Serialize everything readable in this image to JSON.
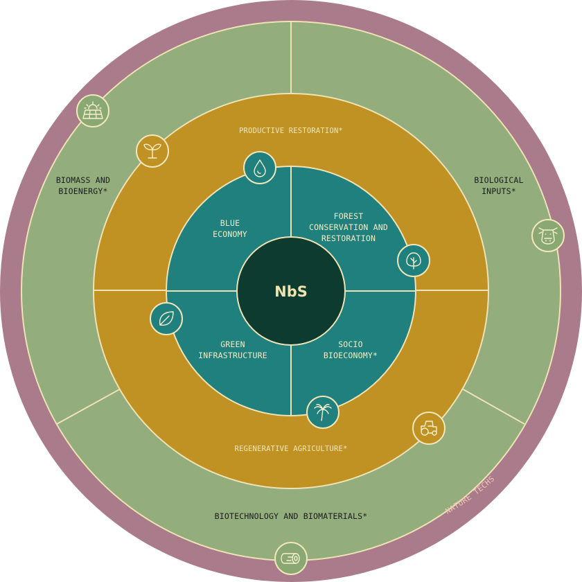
{
  "core": {
    "label": "NbS"
  },
  "outer_band": {
    "label": "NATURE TECHS"
  },
  "colors": {
    "outer_ring": "#a97b8b",
    "outer_zone": "#93ad7d",
    "middle_ring": "#bf9223",
    "inner_ring": "#1f807e",
    "core": "#0e3b30",
    "line": "#efe2b5"
  },
  "nature_techs": {
    "biomass": {
      "line1": "BIOMASS AND",
      "line2": "BIOENERGY*",
      "icon": "solar-panel-icon"
    },
    "biological": {
      "line1": "BIOLOGICAL",
      "line2": "INPUTS*",
      "icon": "cow-icon"
    },
    "biotech": {
      "line1": "BIOTECHNOLOGY AND BIOMATERIALS*",
      "icon": "log-icon"
    }
  },
  "middle_ring": {
    "productive": {
      "label": "PRODUCTIVE RESTORATION*",
      "icon": "sprout-icon"
    },
    "regenerative": {
      "label": "REGENERATIVE AGRICULTURE*",
      "icon": "tractor-icon"
    }
  },
  "inner_ring": {
    "blue": {
      "line1": "BLUE",
      "line2": "ECONOMY",
      "icon": "water-drop-icon"
    },
    "forest": {
      "line1": "FOREST",
      "line2": "CONSERVATION AND",
      "line3": "RESTORATION",
      "icon": "tree-icon"
    },
    "green": {
      "line1": "GREEN",
      "line2": "INFRASTRUCTURE",
      "icon": "leaf-icon"
    },
    "socio": {
      "line1": "SOCIO",
      "line2": "BIOECONOMY*",
      "icon": "palm-tree-icon"
    }
  }
}
